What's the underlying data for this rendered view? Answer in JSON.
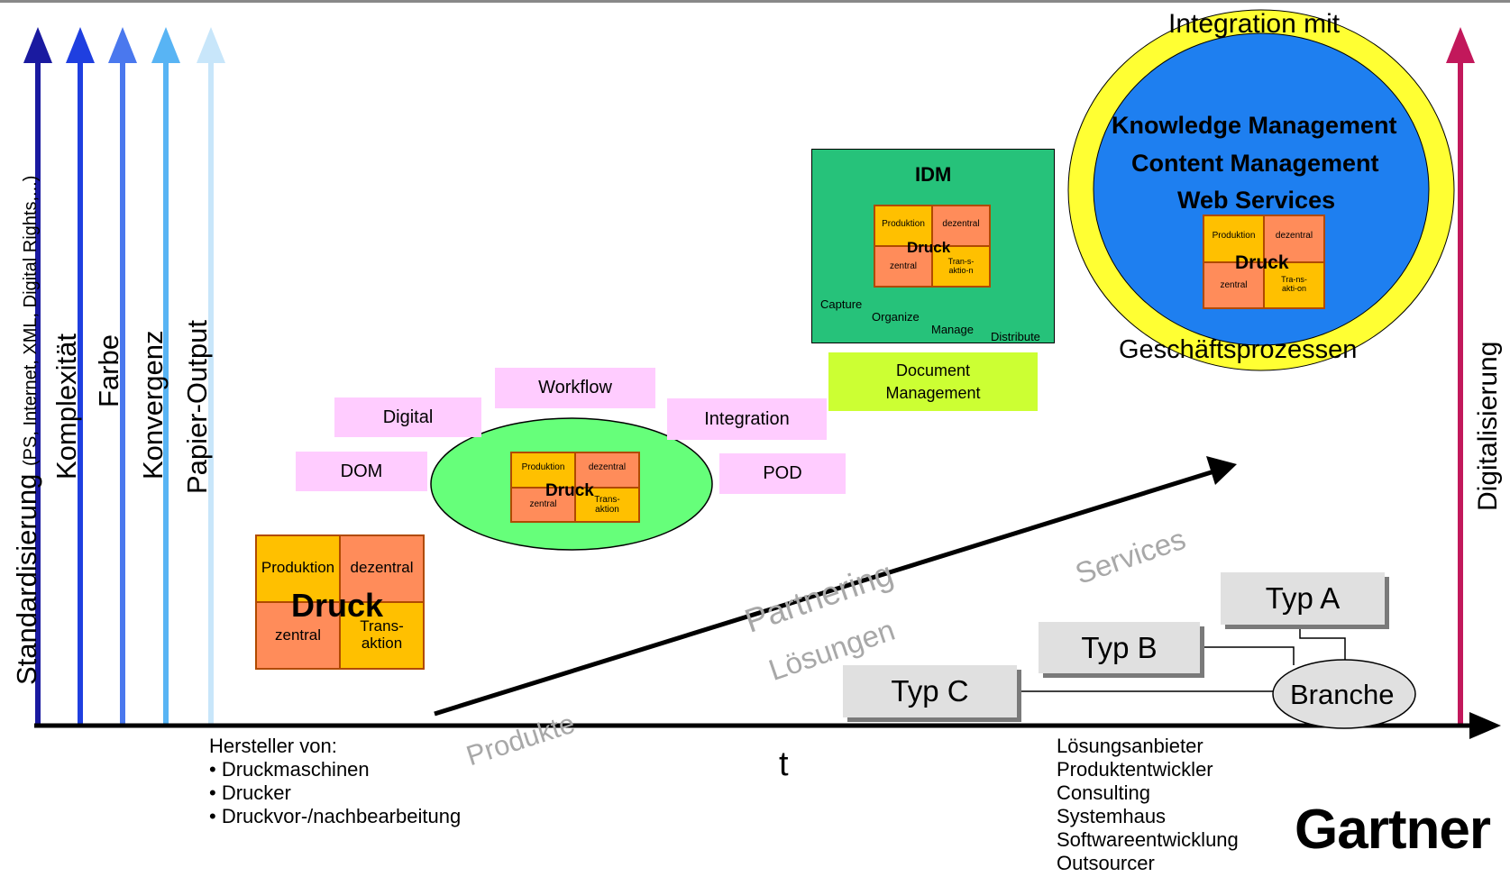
{
  "axes": {
    "vertical_labels": [
      {
        "text": "Standardisierung",
        "sub": "(PS, Internet, XML, Digital Rights,...)",
        "color": "#1a1aa0"
      },
      {
        "text": "Komplexität",
        "color": "#1f3fe0"
      },
      {
        "text": "Farbe",
        "color": "#4a78ee"
      },
      {
        "text": "Konvergenz",
        "color": "#58b4f4"
      },
      {
        "text": "Papier-Output",
        "color": "#c8e6fa"
      }
    ],
    "right_label": "Digitalisierung",
    "right_color": "#c2185b",
    "time_label": "t"
  },
  "stage1": {
    "produktion": "Produktion",
    "dezentral": "dezentral",
    "druck": "Druck",
    "zentral": "zentral",
    "transaktion_1": "Trans-",
    "transaktion_2": "aktion"
  },
  "stage2": {
    "boxes": [
      "DOM",
      "Digital",
      "Workflow",
      "Integration",
      "POD"
    ],
    "produktion": "Produktion",
    "dezentral": "dezentral",
    "druck": "Druck",
    "zentral": "zentral",
    "transaktion_1": "Trans-",
    "transaktion_2": "aktion"
  },
  "stage3": {
    "title": "IDM",
    "produktion": "Produktion",
    "dezentral": "dezentral",
    "druck": "Druck",
    "zentral": "zentral",
    "transaktion": "Tran-s-aktio-n",
    "steps": [
      "Capture",
      "Organize",
      "Manage",
      "Distribute"
    ],
    "doc_mgmt_1": "Document",
    "doc_mgmt_2": "Management"
  },
  "stage4": {
    "top": "Integration mit",
    "lines": [
      "Knowledge Management",
      "Content Management",
      "Web Services"
    ],
    "bottom": "Geschäftsprozessen",
    "produktion": "Produktion",
    "dezentral": "dezentral",
    "druck": "Druck",
    "zentral": "zentral",
    "transaktion": "Tra-ns-akti-on"
  },
  "trend": {
    "labels": [
      "Produkte",
      "Partnering",
      "Lösungen",
      "Services"
    ]
  },
  "types": {
    "a": "Typ A",
    "b": "Typ B",
    "c": "Typ C",
    "branche": "Branche"
  },
  "bottom_left": {
    "heading": "Hersteller von:",
    "items": [
      "• Druckmaschinen",
      "• Drucker",
      "• Druckvor-/nachbearbeitung"
    ]
  },
  "bottom_right": {
    "items": [
      "Lösungsanbieter",
      "Produktentwickler",
      "Consulting",
      "Systemhaus",
      "Softwareentwicklung",
      "Outsourcer"
    ]
  },
  "logo": "Gartner"
}
